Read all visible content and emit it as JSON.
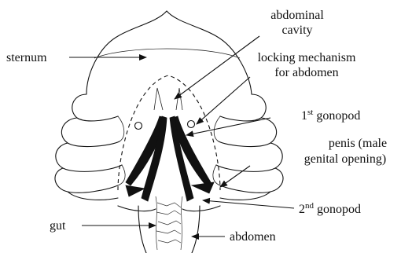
{
  "labels": {
    "sternum": "sternum",
    "abdominal_cavity_line1": "abdominal",
    "abdominal_cavity_line2": "cavity",
    "locking_line1": "locking mechanism",
    "locking_line2": "for abdomen",
    "first_gonopod_num": "1",
    "first_gonopod_sup": "st",
    "first_gonopod_word": " gonopod",
    "penis_line1": "penis (male",
    "penis_line2": "genital opening)",
    "second_gonopod_num": "2",
    "second_gonopod_sup": "nd",
    "second_gonopod_word": " gonopod",
    "gut": "gut",
    "abdomen": "abdomen"
  },
  "icons": [
    "arrow-icon"
  ]
}
